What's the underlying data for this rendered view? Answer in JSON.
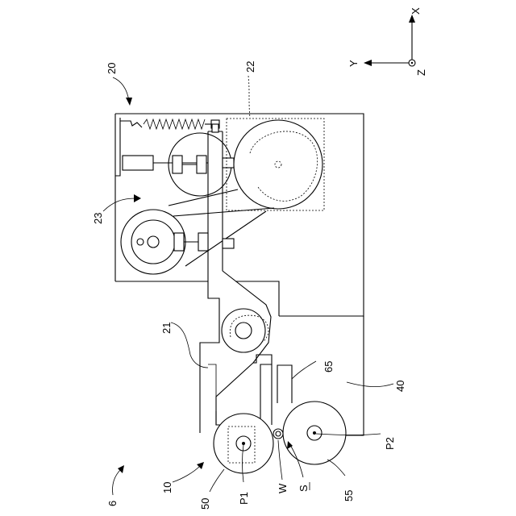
{
  "axes": {
    "x": "X",
    "y": "Y",
    "z": "Z"
  },
  "labels": {
    "l6": "6",
    "l10": "10",
    "l20": "20",
    "l21": "21",
    "l22": "22",
    "l23": "23",
    "l40": "40",
    "l50": "50",
    "l55": "55",
    "l65": "65",
    "p1": "P1",
    "p2": "P2",
    "w": "W",
    "s": "S"
  }
}
